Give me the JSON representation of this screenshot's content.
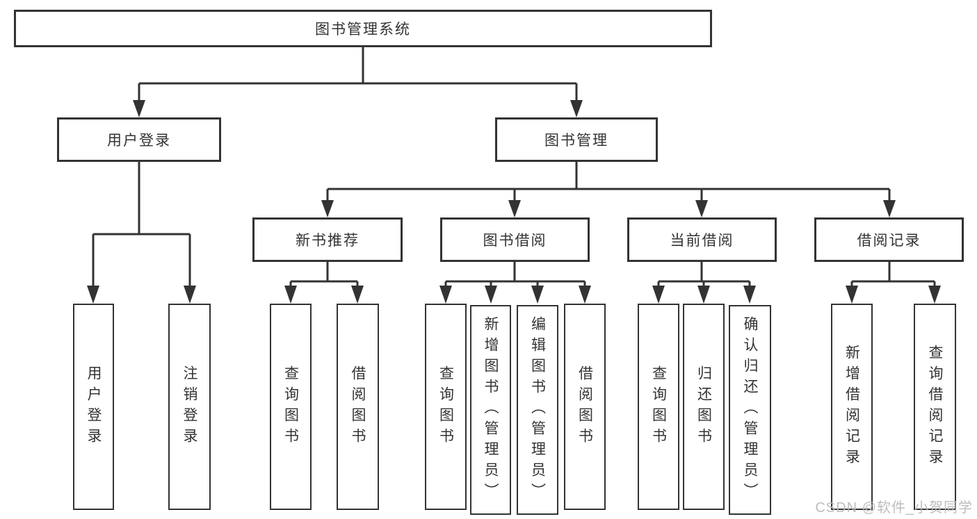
{
  "diagram_title": "图书管理系统",
  "colors": {
    "line": "#333333",
    "text": "#333333",
    "watermark": "#b9b9b9",
    "background": "#ffffff"
  },
  "tree": {
    "label": "图书管理系统",
    "children": [
      {
        "label": "用户登录",
        "children": [
          {
            "label": "用户登录"
          },
          {
            "label": "注销登录"
          }
        ]
      },
      {
        "label": "图书管理",
        "children": [
          {
            "label": "新书推荐",
            "children": [
              {
                "label": "查询图书"
              },
              {
                "label": "借阅图书"
              }
            ]
          },
          {
            "label": "图书借阅",
            "children": [
              {
                "label": "查询图书"
              },
              {
                "label": "新增图书（管理员）"
              },
              {
                "label": "编辑图书（管理员）"
              },
              {
                "label": "借阅图书"
              }
            ]
          },
          {
            "label": "当前借阅",
            "children": [
              {
                "label": "查询图书"
              },
              {
                "label": "归还图书"
              },
              {
                "label": "确认归还（管理员）"
              }
            ]
          },
          {
            "label": "借阅记录",
            "children": [
              {
                "label": "新增借阅记录"
              },
              {
                "label": "查询借阅记录"
              }
            ]
          }
        ]
      }
    ]
  },
  "watermark": {
    "text": "CSDN @软件_小贺同学"
  }
}
